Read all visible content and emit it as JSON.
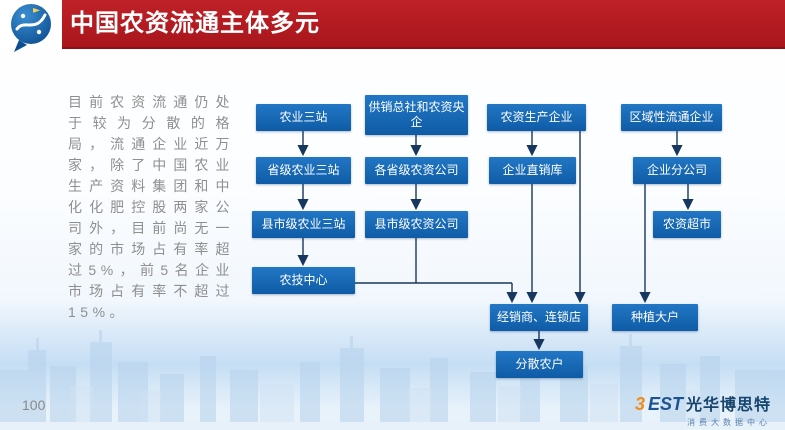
{
  "header": {
    "title": "中国农资流通主体多元"
  },
  "intro": {
    "text": "目前农资流通仍处于较为分散的格局，流通企业近万家，除了中国农业生产资料集团和中化化肥控股两家公司外，目前尚无一家的市场占有率超过5%，前5名企业市场占有率不超过15%。"
  },
  "flow": {
    "nodes": [
      {
        "label": "农业三站"
      },
      {
        "label": "省级农业三站"
      },
      {
        "label": "县市级农业三站"
      },
      {
        "label": "农技中心"
      },
      {
        "label": "供销总社和农资央企"
      },
      {
        "label": "各省级农资公司"
      },
      {
        "label": "县市级农资公司"
      },
      {
        "label": "农资生产企业"
      },
      {
        "label": "企业直销库"
      },
      {
        "label": "区域性流通企业"
      },
      {
        "label": "企业分公司"
      },
      {
        "label": "农资超市"
      },
      {
        "label": "经销商、连锁店"
      },
      {
        "label": "种植大户"
      },
      {
        "label": "分散农户"
      }
    ]
  },
  "footer": {
    "page_number": "100",
    "logo_orange": "3",
    "logo_blue": "EST",
    "brand_name": "光华博思特",
    "brand_subtitle": "消费大数据中心"
  },
  "colors": {
    "header_red": "#ae1b20",
    "node_blue": "#1266b1",
    "arrow_navy": "#17375e",
    "accent_orange": "#f08c1e",
    "brand_blue": "#1d5393",
    "sky_blue": "#b7d3ec"
  }
}
